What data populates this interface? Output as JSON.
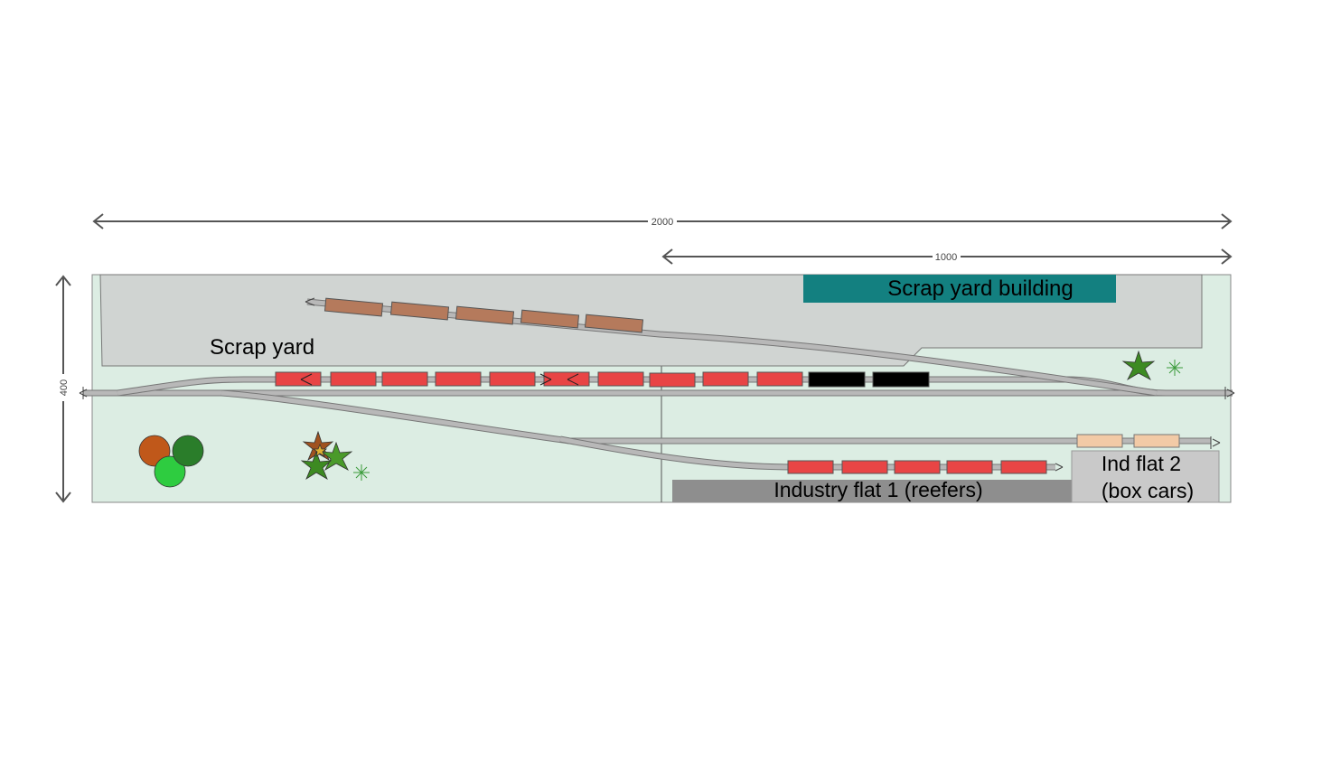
{
  "dimensions": {
    "width_total": "2000",
    "width_half": "1000",
    "depth": "400"
  },
  "labels": {
    "scrap_yard": "Scrap yard",
    "scrap_yard_building": "Scrap yard building",
    "industry_flat_1": "Industry flat 1 (reefers)",
    "ind_flat_2_line1": "Ind flat 2",
    "ind_flat_2_line2": "(box cars)"
  },
  "colors": {
    "baseboard": "#dcede3",
    "scrap_area": "#d0d4d2",
    "building": "#138080",
    "industry_flat_1": "#8e8e8e",
    "industry_flat_2": "#c9c9c9",
    "track": "#a9a9a9",
    "reefer": "#e84545",
    "gondola": "#b57a5c",
    "boxcar": "#f2caa6",
    "loco": "#000000",
    "tree_orange": "#c0581a",
    "tree_dark_green": "#2a7d2a",
    "tree_light_green": "#2ecc40"
  },
  "rolling_stock": {
    "scrap_siding_gondolas": 5,
    "main_line_reefers": 10,
    "main_line_locos": 2,
    "industry_1_reefers": 5,
    "industry_2_boxcars": 2
  }
}
